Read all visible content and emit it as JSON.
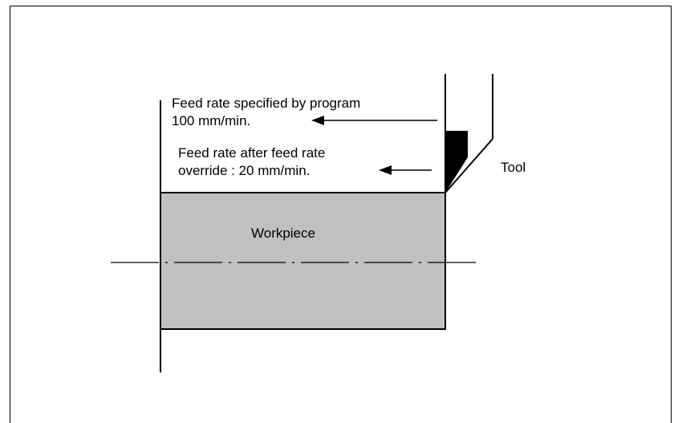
{
  "labels": {
    "program_rate_line1": "Feed rate specified by program",
    "program_rate_line2": "100 mm/min.",
    "override_rate_line1": "Feed rate after feed rate",
    "override_rate_line2": "override : 20 mm/min.",
    "tool": "Tool",
    "workpiece": "Workpiece"
  },
  "colors": {
    "workpiece_fill": "#c0c0c0",
    "line": "#000000"
  }
}
